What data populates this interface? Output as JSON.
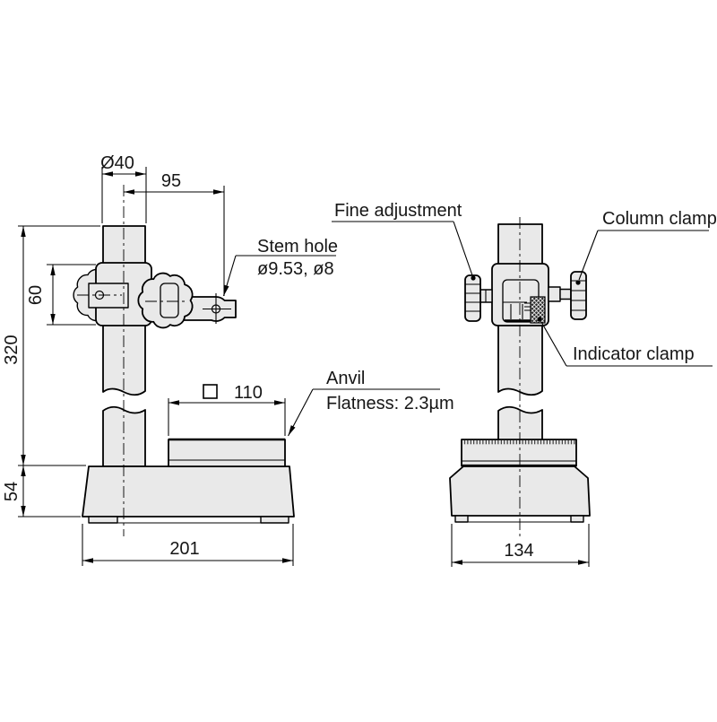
{
  "dimensions": {
    "column_diameter": "Ø40",
    "stem_reach": "95",
    "slider_height": "60",
    "column_height": "320",
    "base_height": "54",
    "base_depth": "201",
    "anvil_size": "110",
    "base_width": "134"
  },
  "callouts": {
    "stem_hole": {
      "title": "Stem hole",
      "value": "ø9.53, ø8"
    },
    "fine_adjustment": "Fine adjustment",
    "column_clamp": "Column clamp",
    "indicator_clamp": "Indicator clamp",
    "anvil": {
      "title": "Anvil",
      "flatness": "Flatness: 2.3µm"
    }
  },
  "colors": {
    "part_fill": "#e9e9e9",
    "outline": "#000000",
    "text": "#161616",
    "background": "#ffffff"
  }
}
